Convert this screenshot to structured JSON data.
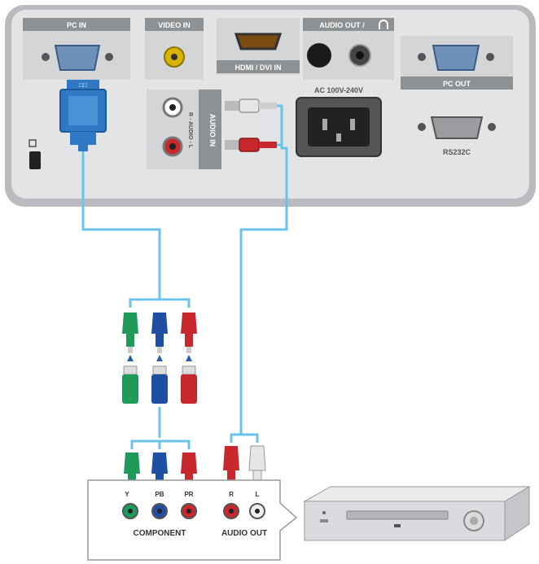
{
  "projector_panel": {
    "pc_in_label": "PC IN",
    "video_in_label": "VIDEO IN",
    "hdmi_label": "HDMI / DVI IN",
    "audio_out_label": "AUDIO OUT /",
    "pc_out_label": "PC OUT",
    "rs232c_label": "RS232C",
    "ac_label": "AC 100V-240V",
    "audio_in_label": "AUDIO IN",
    "audio_in_r": "R - AUDIO - L",
    "dsub_tag": "□□"
  },
  "component_source": {
    "component_label": "COMPONENT",
    "audio_out_label": "AUDIO OUT",
    "jack_y": "Y",
    "jack_pb": "PB",
    "jack_pr": "PR",
    "jack_r": "R",
    "jack_l": "L"
  },
  "colors": {
    "panel": "#c9cbcd",
    "panel_inner": "#dfe0e2",
    "label_bar": "#8e9194",
    "cable": "#6cc3e8",
    "vga_blue": "#2f79c4",
    "green": "#1f9a5a",
    "blue": "#1f4fa3",
    "red": "#c8282d",
    "white": "#e6e6e6"
  }
}
